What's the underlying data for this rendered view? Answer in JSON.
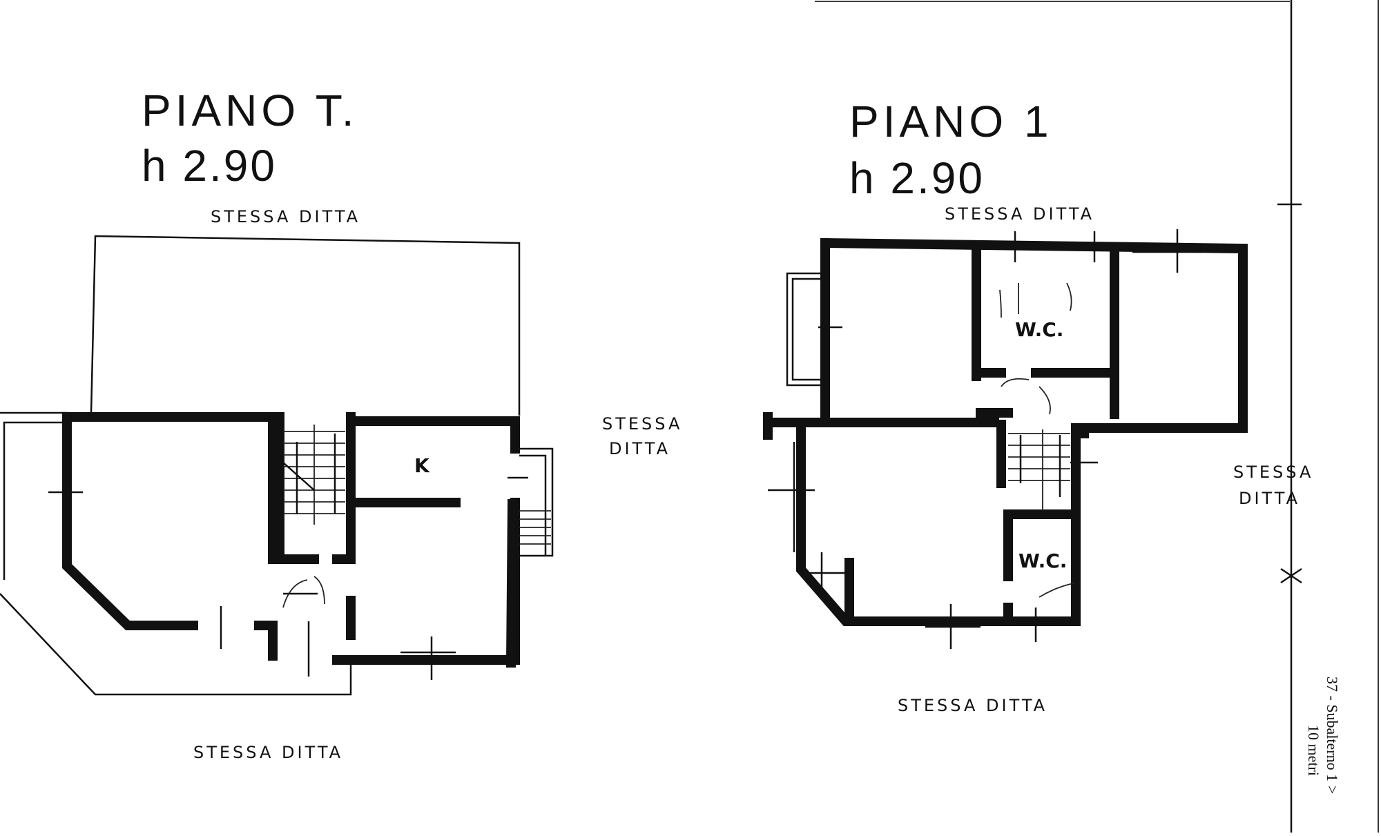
{
  "ground_floor": {
    "title": "PIANO T.",
    "height": "h 2.90",
    "label_top": "STESSA DITTA",
    "label_right": [
      "STESSA",
      "DITTA"
    ],
    "label_bottom": "STESSA DITTA",
    "room_kitchen": "K"
  },
  "first_floor": {
    "title": "PIANO 1",
    "height": "h 2.90",
    "label_top": "STESSA DITTA",
    "label_right": [
      "STESSA",
      "DITTA"
    ],
    "label_bottom": "STESSA DITTA",
    "room_wc_top": "W.C.",
    "room_wc_bottom": "W.C."
  },
  "margin": {
    "scale": "10 metri",
    "reference": "37 - Subalterno 1 >"
  }
}
